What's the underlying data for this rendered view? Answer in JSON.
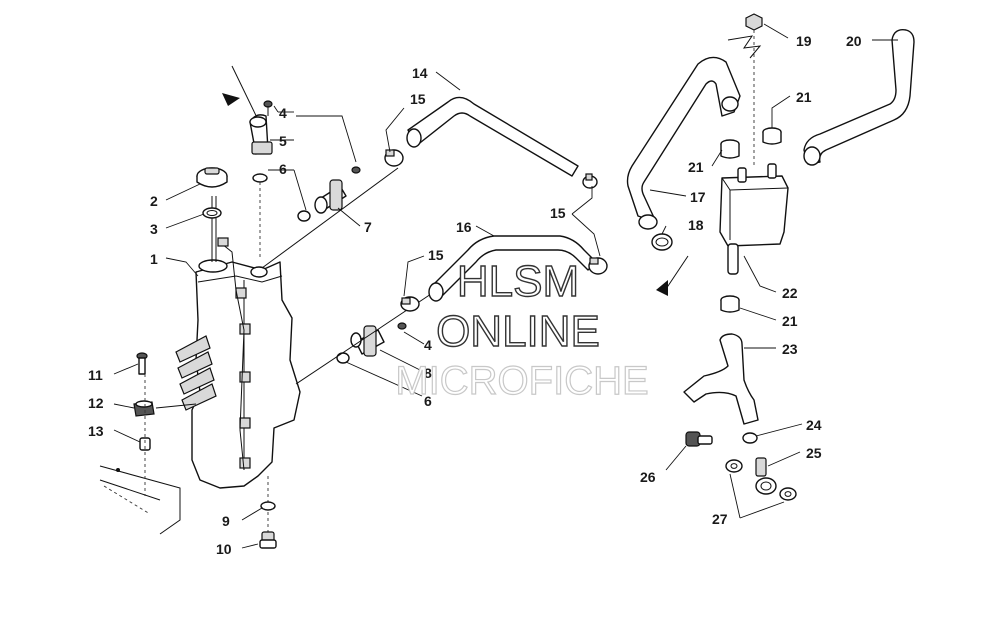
{
  "callouts": [
    {
      "id": "c1",
      "text": "1"
    },
    {
      "id": "c2",
      "text": "2"
    },
    {
      "id": "c3",
      "text": "3"
    },
    {
      "id": "c4a",
      "text": "4"
    },
    {
      "id": "c4b",
      "text": "4"
    },
    {
      "id": "c5",
      "text": "5"
    },
    {
      "id": "c6a",
      "text": "6"
    },
    {
      "id": "c6b",
      "text": "6"
    },
    {
      "id": "c7",
      "text": "7"
    },
    {
      "id": "c8",
      "text": "8"
    },
    {
      "id": "c9",
      "text": "9"
    },
    {
      "id": "c10",
      "text": "10"
    },
    {
      "id": "c11",
      "text": "11"
    },
    {
      "id": "c12",
      "text": "12"
    },
    {
      "id": "c13",
      "text": "13"
    },
    {
      "id": "c14",
      "text": "14"
    },
    {
      "id": "c15a",
      "text": "15"
    },
    {
      "id": "c15b",
      "text": "15"
    },
    {
      "id": "c15c",
      "text": "15"
    },
    {
      "id": "c16",
      "text": "16"
    },
    {
      "id": "c17",
      "text": "17"
    },
    {
      "id": "c18",
      "text": "18"
    },
    {
      "id": "c19",
      "text": "19"
    },
    {
      "id": "c20",
      "text": "20"
    },
    {
      "id": "c21a",
      "text": "21"
    },
    {
      "id": "c21b",
      "text": "21"
    },
    {
      "id": "c21c",
      "text": "21"
    },
    {
      "id": "c22",
      "text": "22"
    },
    {
      "id": "c23",
      "text": "23"
    },
    {
      "id": "c24",
      "text": "24"
    },
    {
      "id": "c25",
      "text": "25"
    },
    {
      "id": "c26",
      "text": "26"
    },
    {
      "id": "c27",
      "text": "27"
    }
  ],
  "watermark": {
    "line1": "HLSM",
    "line2": "ONLINE",
    "line3": "MICROFICHE"
  }
}
